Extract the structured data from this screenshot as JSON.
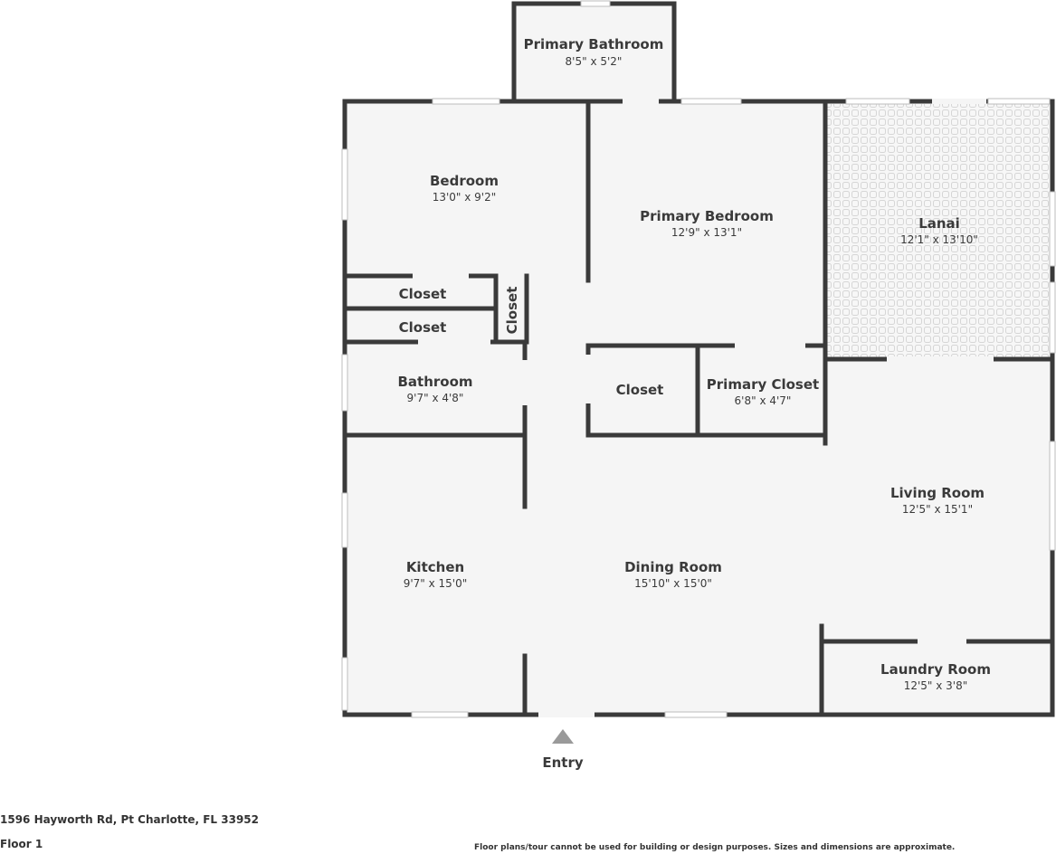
{
  "rooms": {
    "primary_bathroom": {
      "name": "Primary Bathroom",
      "dims": "8'5\" x 5'2\""
    },
    "bedroom": {
      "name": "Bedroom",
      "dims": "13'0\" x 9'2\""
    },
    "primary_bedroom": {
      "name": "Primary Bedroom",
      "dims": "12'9\" x 13'1\""
    },
    "lanai": {
      "name": "Lanai",
      "dims": "12'1\" x 13'10\""
    },
    "closet_1": {
      "name": "Closet"
    },
    "closet_2": {
      "name": "Closet"
    },
    "closet_vertical": {
      "name": "Closet"
    },
    "bathroom": {
      "name": "Bathroom",
      "dims": "9'7\" x 4'8\""
    },
    "closet_3": {
      "name": "Closet"
    },
    "primary_closet": {
      "name": "Primary Closet",
      "dims": "6'8\" x 4'7\""
    },
    "living_room": {
      "name": "Living Room",
      "dims": "12'5\" x 15'1\""
    },
    "kitchen": {
      "name": "Kitchen",
      "dims": "9'7\" x 15'0\""
    },
    "dining_room": {
      "name": "Dining Room",
      "dims": "15'10\" x 15'0\""
    },
    "laundry_room": {
      "name": "Laundry Room",
      "dims": "12'5\" x 3'8\""
    }
  },
  "entry": {
    "label": "Entry"
  },
  "footer": {
    "address": "1596 Hayworth Rd, Pt Charlotte, FL 33952",
    "floor": "Floor 1",
    "disclaimer": "Floor plans/tour cannot be used for building or design purposes. Sizes and dimensions are approximate."
  },
  "colors": {
    "wall": "#3a3a3a",
    "floor": "#f5f5f5",
    "lanai_tile": "#d9d9d9",
    "window": "#cfcfcf"
  }
}
